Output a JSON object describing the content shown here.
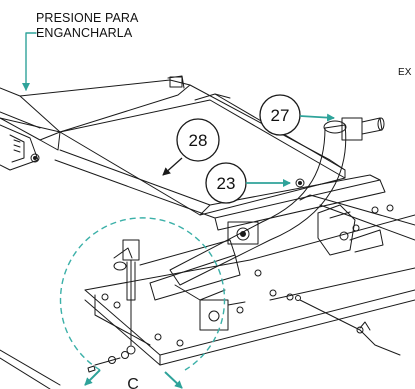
{
  "notes": {
    "press_line1": "PRESIONE PARA",
    "press_line2": "ENGANCHARLA",
    "edge_text": "EX"
  },
  "callouts": [
    {
      "id": "28",
      "label": "28"
    },
    {
      "id": "27",
      "label": "27"
    },
    {
      "id": "23",
      "label": "23"
    }
  ],
  "detail": {
    "letter": "C"
  },
  "colors": {
    "line": "#1a1a1a",
    "callout_arrow": "#2fa39a",
    "detail_circle": "#3bb0a8"
  }
}
